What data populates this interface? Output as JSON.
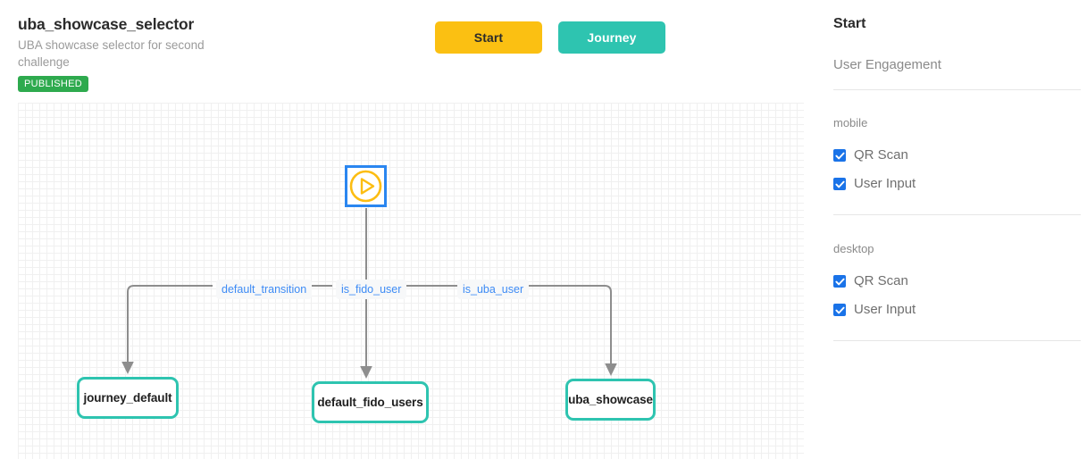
{
  "document": {
    "title": "uba_showcase_selector",
    "subtitle": "UBA showcase selector for second challenge",
    "status": "PUBLISHED",
    "status_color": "#2eaa4e"
  },
  "toolbar": {
    "buttons": [
      {
        "label": "Start",
        "name": "start-button",
        "bg": "#fbc012",
        "fg": "#2b2b2b"
      },
      {
        "label": "Journey",
        "name": "journey-button",
        "bg": "#2ec4b0",
        "fg": "#ffffff"
      }
    ]
  },
  "canvas": {
    "node_border_color": "#2ec4b0",
    "start_node_border_color": "#2a86f0",
    "start_node_icon": "play-circle-icon",
    "edge_color": "#8d8d8d",
    "edge_label_color": "#3d8bf5",
    "nodes": [
      {
        "id": "start",
        "label": "",
        "type": "start"
      },
      {
        "id": "journey_default",
        "label": "journey_default",
        "type": "transition"
      },
      {
        "id": "default_fido_users",
        "label": "default_fido_users",
        "type": "transition"
      },
      {
        "id": "uba_showcase",
        "label": "uba_showcase",
        "type": "transition"
      }
    ],
    "edge_labels": [
      {
        "id": "default_transition",
        "label": "default_transition"
      },
      {
        "id": "is_fido_user",
        "label": "is_fido_user"
      },
      {
        "id": "is_uba_user",
        "label": "is_uba_user"
      }
    ]
  },
  "sidebar": {
    "title": "Start",
    "subtitle": "User Engagement",
    "groups": [
      {
        "label": "mobile",
        "options": [
          {
            "label": "QR Scan",
            "checked": true
          },
          {
            "label": "User Input",
            "checked": true
          }
        ]
      },
      {
        "label": "desktop",
        "options": [
          {
            "label": "QR Scan",
            "checked": true
          },
          {
            "label": "User Input",
            "checked": true
          }
        ]
      }
    ],
    "checkbox_color": "#1a73e8"
  }
}
